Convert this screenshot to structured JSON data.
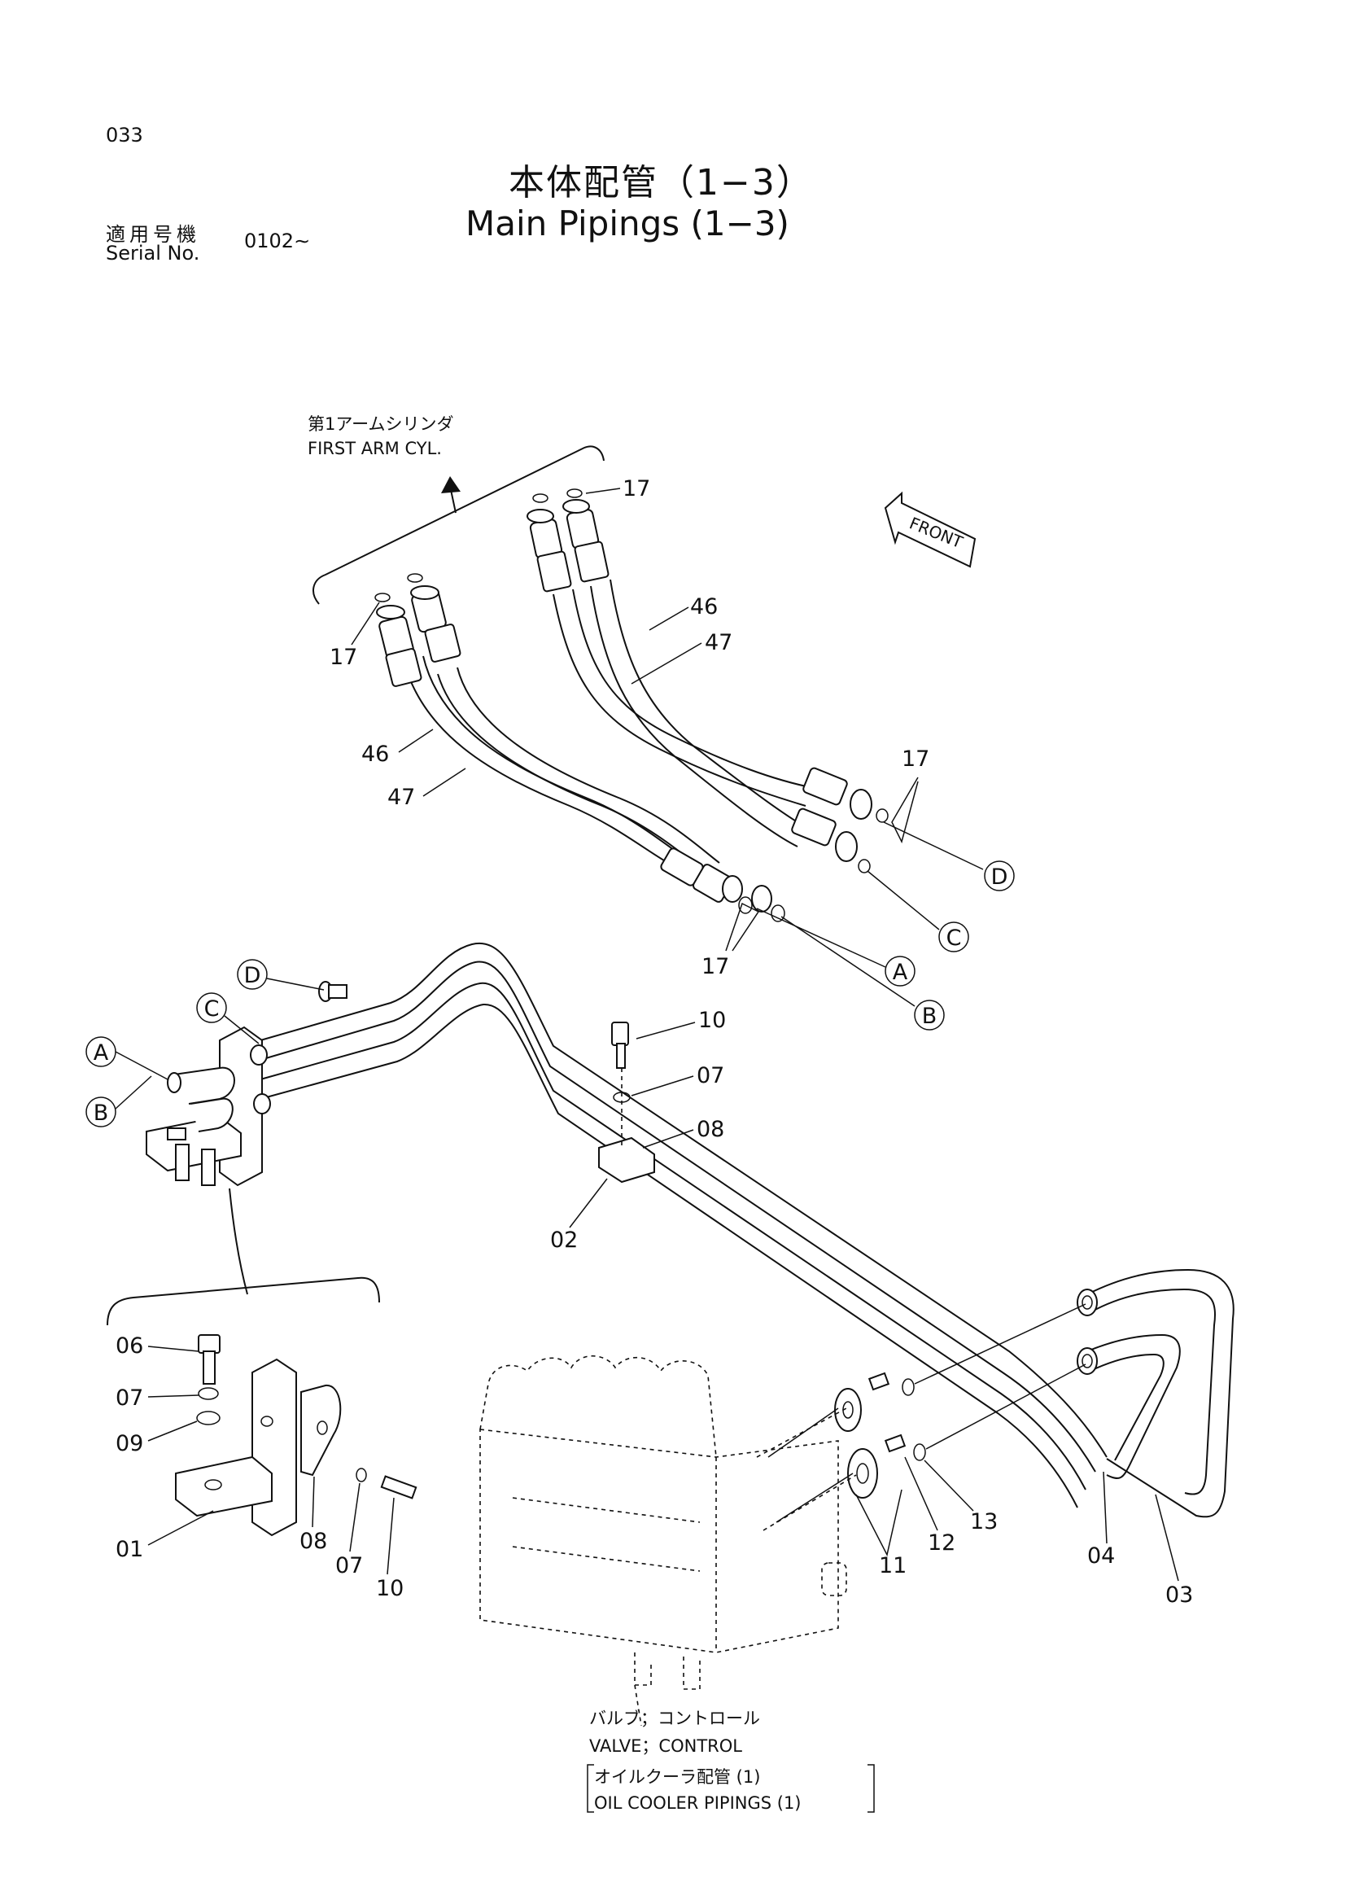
{
  "header": {
    "page_number": "033",
    "title_jp": "本体配管（1−3）",
    "title_en": "Main Pipings (1−3)",
    "serial_label_jp": "適用号機",
    "serial_label_en": "Serial No.",
    "serial_value": "0102∼"
  },
  "notes": {
    "arm_cyl_jp": "第1アームシリンダ",
    "arm_cyl_en": "FIRST ARM CYL.",
    "front": "FRONT",
    "valve_jp": "バルブ；コントロール",
    "valve_en": "VALVE；CONTROL",
    "oil_cooler_jp": "オイルクーラ配管 (1)",
    "oil_cooler_en": "OIL COOLER PIPINGS (1)"
  },
  "circles": {
    "a": "A",
    "b": "B",
    "c": "C",
    "d": "D"
  },
  "parts": {
    "p01": "01",
    "p02": "02",
    "p03": "03",
    "p04": "04",
    "p06": "06",
    "p07": "07",
    "p08": "08",
    "p09": "09",
    "p10": "10",
    "p11": "11",
    "p12": "12",
    "p13": "13",
    "p17": "17",
    "p46": "46",
    "p47": "47"
  }
}
